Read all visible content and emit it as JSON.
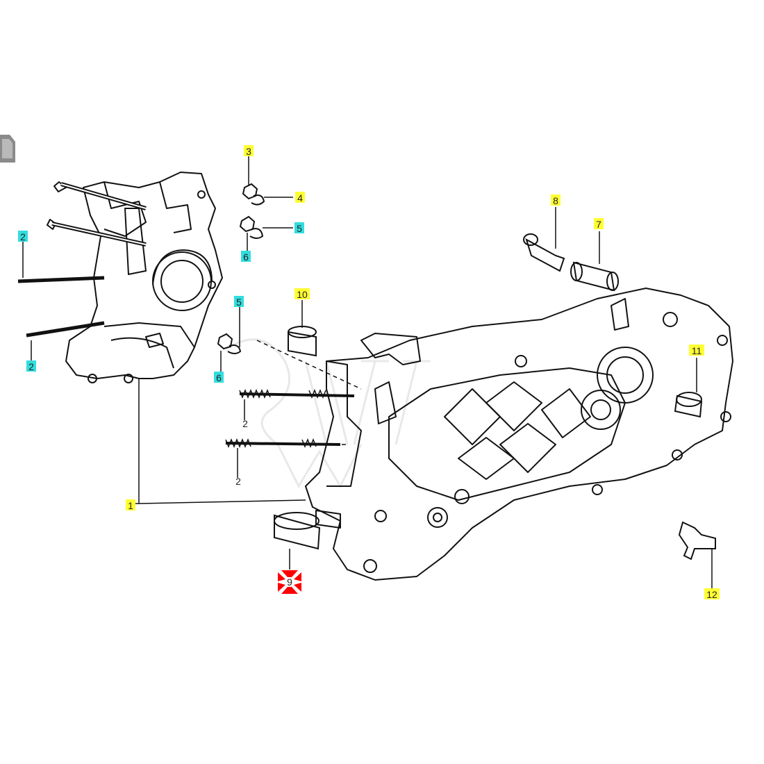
{
  "callouts": [
    {
      "id": "c1",
      "text": "1",
      "tag": "yellow"
    },
    {
      "id": "c2a",
      "text": "2",
      "tag": "cyan"
    },
    {
      "id": "c2b",
      "text": "2",
      "tag": "cyan"
    },
    {
      "id": "c2c",
      "text": "2",
      "tag": "none"
    },
    {
      "id": "c2d",
      "text": "2",
      "tag": "none"
    },
    {
      "id": "c3",
      "text": "3",
      "tag": "yellow"
    },
    {
      "id": "c4",
      "text": "4",
      "tag": "yellow"
    },
    {
      "id": "c5a",
      "text": "5",
      "tag": "cyan"
    },
    {
      "id": "c5b",
      "text": "5",
      "tag": "cyan"
    },
    {
      "id": "c6a",
      "text": "6",
      "tag": "cyan"
    },
    {
      "id": "c6b",
      "text": "6",
      "tag": "cyan"
    },
    {
      "id": "c7",
      "text": "7",
      "tag": "yellow"
    },
    {
      "id": "c8",
      "text": "8",
      "tag": "yellow"
    },
    {
      "id": "c9",
      "text": "9",
      "tag": "selected"
    },
    {
      "id": "c10",
      "text": "10",
      "tag": "yellow"
    },
    {
      "id": "c11",
      "text": "11",
      "tag": "yellow"
    },
    {
      "id": "c12",
      "text": "12",
      "tag": "yellow"
    }
  ],
  "colors": {
    "yellow": "#ffff33",
    "cyan": "#33dddd",
    "selected": "#ff0000",
    "line": "#111111"
  },
  "icons": {
    "selected_marker": "four-red-arrows-pointing-inward"
  }
}
